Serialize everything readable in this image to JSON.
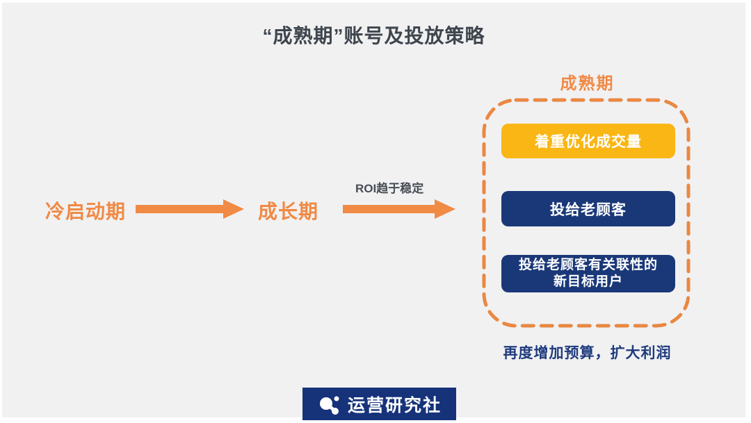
{
  "title": "“成熟期”账号及投放策略",
  "flow": {
    "stage_cold_start": "冷启动期",
    "stage_growth": "成长期",
    "arrow_label": "ROI趋于稳定"
  },
  "mature_section": {
    "label": "成熟期",
    "strategy_boxes": [
      {
        "text": "着重优化成交量",
        "variant": "yellow"
      },
      {
        "text": "投给老顾客",
        "variant": "navy"
      },
      {
        "line1": "投给老顾客有关联性的",
        "line2": "新目标用户",
        "variant": "navy"
      }
    ],
    "caption": "再度增加预算，扩大利润"
  },
  "footer_logo": {
    "brand": "运营研究社",
    "icon": "molecule-icon"
  },
  "colors": {
    "orange": "#F08A45",
    "yellow": "#F9B614",
    "navy": "#1A3878",
    "logo_navy": "#16337A",
    "title_dark": "#3E454D",
    "caption_navy": "#1F3B7D",
    "slide_bg": "#F1F1F2"
  }
}
